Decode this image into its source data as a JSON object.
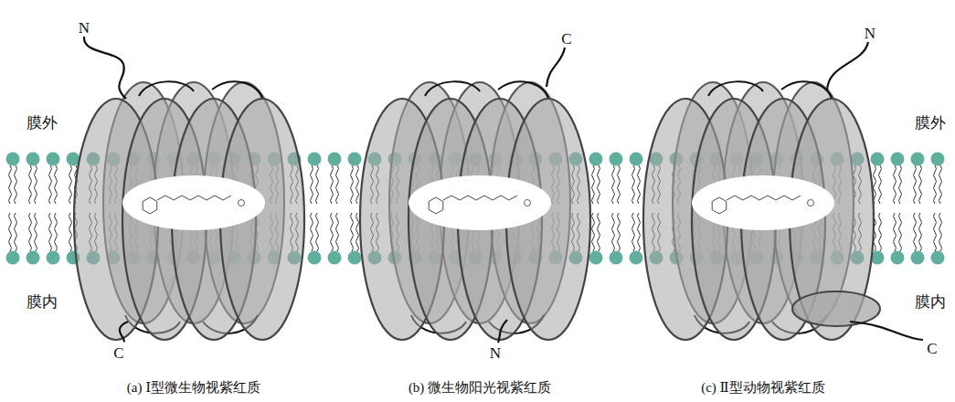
{
  "diagram": {
    "labels": [
      "N",
      "C",
      "N",
      "膜外",
      "膜外",
      "膜内",
      "膜内",
      "C",
      "N",
      "C",
      "(a) Ⅰ型微生物视紫红质",
      "(b) 微生物阳光视紫红质",
      "(c) Ⅱ型动物视紫红质"
    ]
  }
}
